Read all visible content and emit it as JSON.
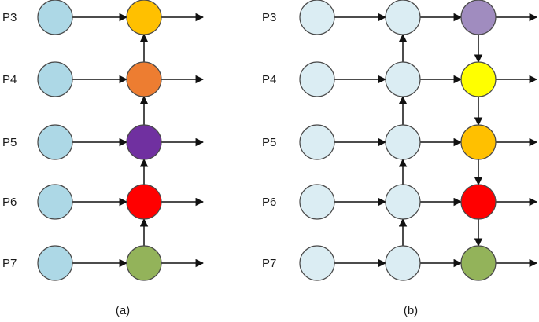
{
  "panels": [
    {
      "id": "a",
      "caption": "(a)",
      "levels": [
        "P3",
        "P4",
        "P5",
        "P6",
        "P7"
      ],
      "columns": 2,
      "input_color": "#add8e6",
      "column_direction": [
        "none",
        "up"
      ],
      "colored_column_fills": [
        "#ffc000",
        "#ed7d31",
        "#7030a0",
        "#ff0000",
        "#93b35a"
      ]
    },
    {
      "id": "b",
      "caption": "(b)",
      "levels": [
        "P3",
        "P4",
        "P5",
        "P6",
        "P7"
      ],
      "columns": 3,
      "input_color": "#dbedf3",
      "column_direction": [
        "none",
        "up",
        "down"
      ],
      "colored_column_fills": [
        "#a08cbf",
        "#ffff00",
        "#ffc000",
        "#ff0000",
        "#93b35a"
      ]
    }
  ]
}
